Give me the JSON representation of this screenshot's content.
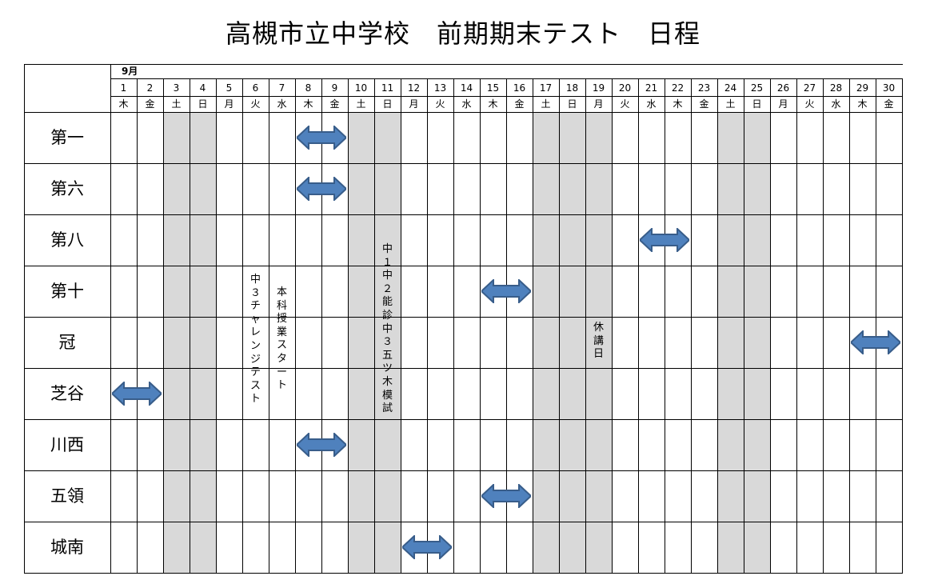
{
  "title": "高槻市立中学校　前期期末テスト　日程",
  "month": "9月",
  "days": [
    {
      "d": "1",
      "w": "木"
    },
    {
      "d": "2",
      "w": "金"
    },
    {
      "d": "3",
      "w": "土",
      "off": true
    },
    {
      "d": "4",
      "w": "日",
      "off": true
    },
    {
      "d": "5",
      "w": "月"
    },
    {
      "d": "6",
      "w": "火"
    },
    {
      "d": "7",
      "w": "水"
    },
    {
      "d": "8",
      "w": "木"
    },
    {
      "d": "9",
      "w": "金"
    },
    {
      "d": "10",
      "w": "土",
      "off": true
    },
    {
      "d": "11",
      "w": "日",
      "off": true
    },
    {
      "d": "12",
      "w": "月"
    },
    {
      "d": "13",
      "w": "火"
    },
    {
      "d": "14",
      "w": "水"
    },
    {
      "d": "15",
      "w": "木"
    },
    {
      "d": "16",
      "w": "金"
    },
    {
      "d": "17",
      "w": "土",
      "off": true
    },
    {
      "d": "18",
      "w": "日",
      "off": true
    },
    {
      "d": "19",
      "w": "月",
      "off": true
    },
    {
      "d": "20",
      "w": "火"
    },
    {
      "d": "21",
      "w": "水"
    },
    {
      "d": "22",
      "w": "木"
    },
    {
      "d": "23",
      "w": "金"
    },
    {
      "d": "24",
      "w": "土",
      "off": true
    },
    {
      "d": "25",
      "w": "日",
      "off": true
    },
    {
      "d": "26",
      "w": "月"
    },
    {
      "d": "27",
      "w": "火"
    },
    {
      "d": "28",
      "w": "水"
    },
    {
      "d": "29",
      "w": "木"
    },
    {
      "d": "30",
      "w": "金"
    }
  ],
  "schools": [
    {
      "name": "第一",
      "exam": [
        8,
        9
      ]
    },
    {
      "name": "第六",
      "exam": [
        8,
        9
      ]
    },
    {
      "name": "第八",
      "exam": [
        21,
        22
      ]
    },
    {
      "name": "第十",
      "exam": [
        15,
        16
      ]
    },
    {
      "name": "冠",
      "exam": [
        29,
        30
      ]
    },
    {
      "name": "芝谷",
      "exam": [
        1,
        2
      ]
    },
    {
      "name": "川西",
      "exam": [
        8,
        9
      ]
    },
    {
      "name": "五領",
      "exam": [
        15,
        16
      ]
    },
    {
      "name": "城南",
      "exam": [
        12,
        13
      ]
    }
  ],
  "notes": {
    "day6": "中３チャレンジテスト",
    "day7": "本科授業スタート",
    "day11": "中１中２能診　中３五ツ木模試",
    "day19": "休講日"
  },
  "colors": {
    "off_day": "#d9d9d9",
    "arrow_fill": "#4f81bd",
    "arrow_stroke": "#385d8a"
  }
}
